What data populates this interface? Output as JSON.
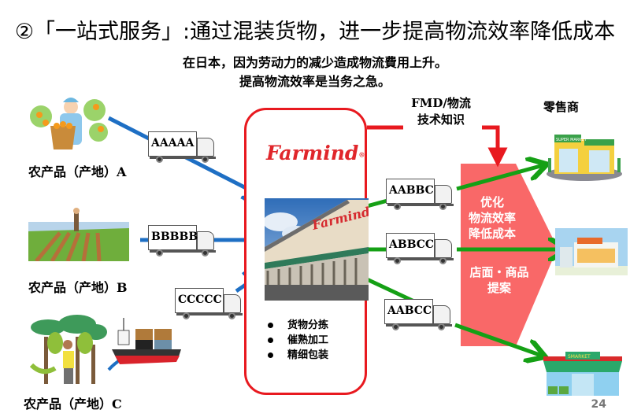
{
  "header": {
    "title": "②「一站式服务」:通过混装货物，进一步提高物流效率降低成本",
    "subtitle_line1": "在日本，因为劳动力的减少造成物流費用上升。",
    "subtitle_line2": "提高物流效率是当务之急。"
  },
  "origins": [
    {
      "label": "农产品（产地）A",
      "truck_code": "AAAAA",
      "icon": "farmer-orange-icon"
    },
    {
      "label": "农产品（产地）B",
      "truck_code": "BBBBB",
      "icon": "farm-field-icon"
    },
    {
      "label": "农产品（产地）C",
      "truck_code": "CCCCC",
      "icon": "banana-farmer-icon",
      "ship_icon": "cargo-ship-icon"
    }
  ],
  "hub": {
    "logo_text": "Farmind",
    "logo_mark": "®",
    "warehouse_sign": "Farmind",
    "services": [
      "货物分拣",
      "催熟加工",
      "精细包装"
    ]
  },
  "knowhow": {
    "line1": "FMD/物流",
    "line2": "技术知识"
  },
  "outbound_trucks": [
    "AABBC",
    "ABBCC",
    "AABCC"
  ],
  "value_panel": {
    "line1": "优化",
    "line2": "物流效率",
    "line3": "降低成本",
    "line4": "店面・商品",
    "line5": "提案"
  },
  "retail": {
    "title": "零售商",
    "stores": [
      {
        "icon": "supermarket-icon",
        "sign": "SUPER MARKET"
      },
      {
        "icon": "shop-icon",
        "sign": ""
      },
      {
        "icon": "convenience-store-icon",
        "sign": "SMARKET"
      }
    ]
  },
  "page_number": "24",
  "colors": {
    "inbound_arrow": "#1e6fc4",
    "outbound_arrow": "#15a015",
    "hub_border": "#e8191f",
    "value_panel": "#f96868",
    "logo": "#e0262b"
  }
}
